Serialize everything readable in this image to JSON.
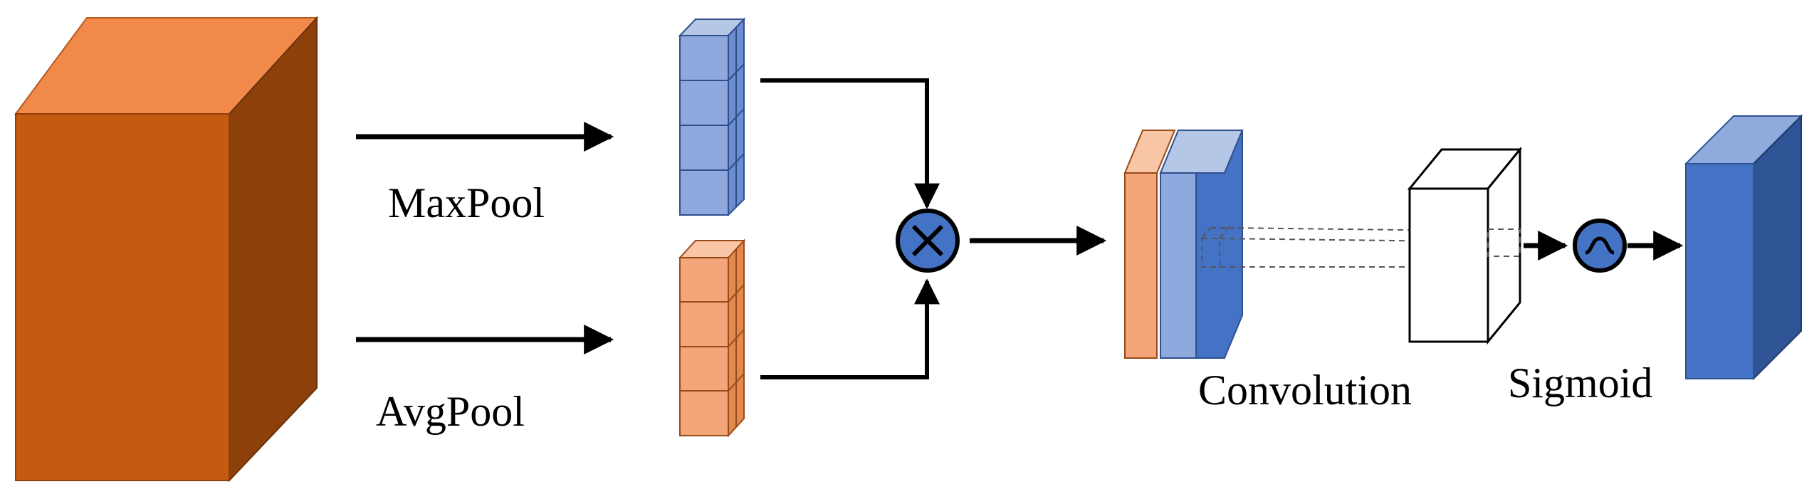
{
  "labels": {
    "maxpool": "MaxPool",
    "avgpool": "AvgPool",
    "convolution": "Convolution",
    "sigmoid": "Sigmoid"
  },
  "colors": {
    "input_front": "#c55a11",
    "input_top": "#f0894a",
    "input_side": "#8e400b",
    "blue_front": "#8fa9df",
    "blue_top": "#b4c7e7",
    "blue_side": "#6d8dd0",
    "orange_front": "#f4a57a",
    "orange_top": "#f8c5a6",
    "orange_side": "#e2894f",
    "output_front": "#4472c4",
    "output_top": "#8faadc",
    "output_side": "#2f5597",
    "op_circle": "#4472c4"
  },
  "icons": {
    "multiply": "circle-times-icon",
    "sigmoid": "sigmoid-wave-icon"
  }
}
